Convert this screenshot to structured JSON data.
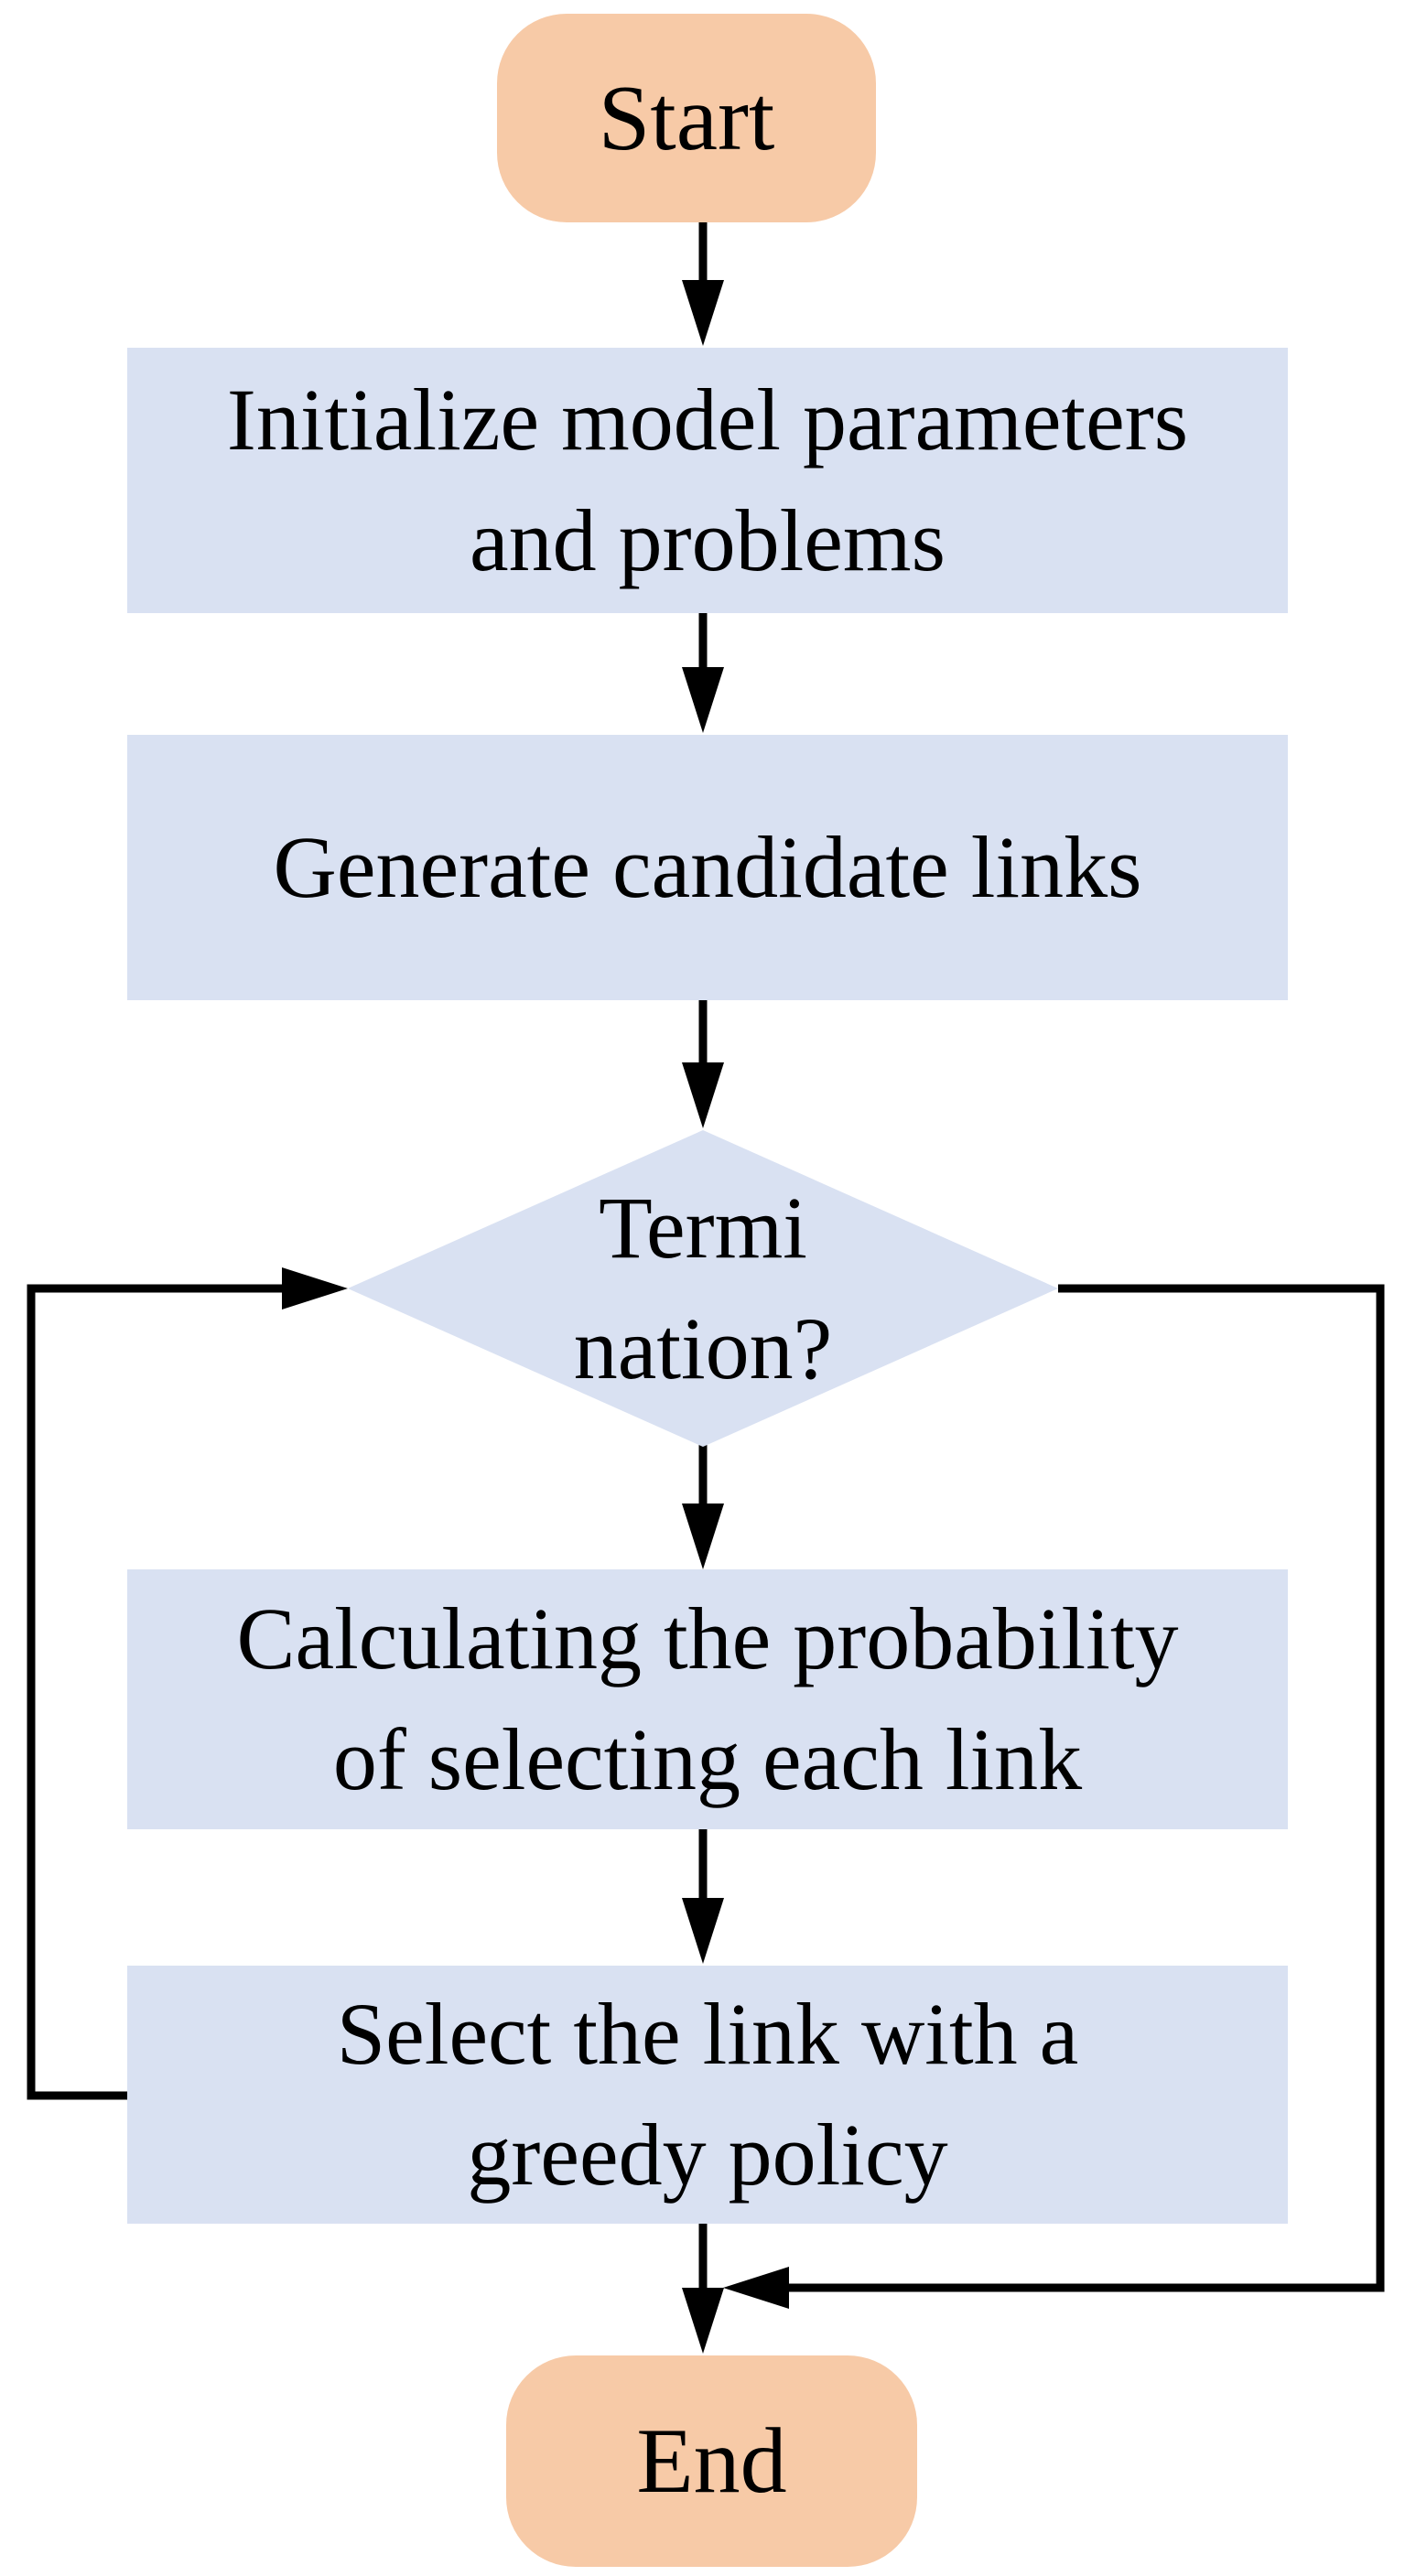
{
  "diagram_type": "flowchart",
  "colors": {
    "terminator_fill": "#f7caa7",
    "process_fill": "#d9e1f2",
    "connector": "#000000",
    "background": "#ffffff",
    "text": "#000000"
  },
  "nodes": {
    "start": {
      "type": "terminator",
      "label": "Start",
      "lines": [
        "Start"
      ]
    },
    "init": {
      "type": "process",
      "label": "Initialize model parameters and problems",
      "lines": [
        "Initialize model parameters",
        "and problems"
      ]
    },
    "generate": {
      "type": "process",
      "label": "Generate candidate links",
      "lines": [
        "Generate candidate links"
      ]
    },
    "termination": {
      "type": "decision",
      "label": "Termi nation?",
      "lines": [
        "Termi",
        "nation?"
      ]
    },
    "probability": {
      "type": "process",
      "label": "Calculating the probability of selecting each link",
      "lines": [
        "Calculating the probability",
        "of selecting each link"
      ]
    },
    "select": {
      "type": "process",
      "label": "Select the link with a greedy policy",
      "lines": [
        "Select the link with a",
        "greedy policy"
      ]
    },
    "end": {
      "type": "terminator",
      "label": "End",
      "lines": [
        "End"
      ]
    }
  },
  "edges": [
    {
      "from": "start",
      "to": "init",
      "route": "down"
    },
    {
      "from": "init",
      "to": "generate",
      "route": "down"
    },
    {
      "from": "generate",
      "to": "termination",
      "route": "down"
    },
    {
      "from": "termination",
      "to": "probability",
      "route": "down"
    },
    {
      "from": "probability",
      "to": "select",
      "route": "down"
    },
    {
      "from": "select",
      "to": "end",
      "route": "down"
    },
    {
      "from": "select",
      "to": "termination",
      "route": "left-loop"
    },
    {
      "from": "termination",
      "to": "end",
      "route": "right-loop"
    }
  ]
}
